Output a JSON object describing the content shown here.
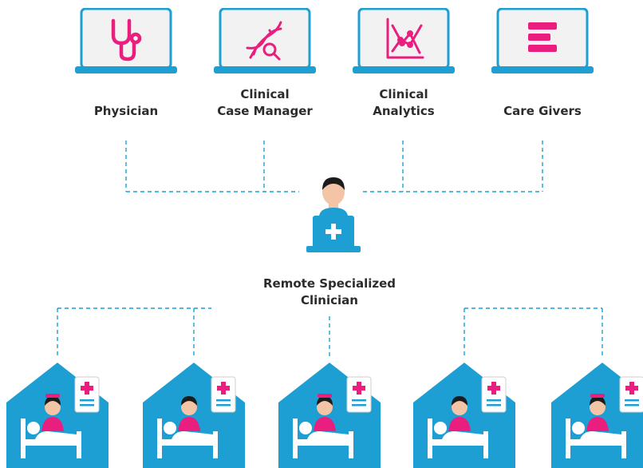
{
  "colors": {
    "accent_blue": "#1e9fd4",
    "accent_pink": "#e91e7e",
    "laptop_screen": "#f2f2f2",
    "nurse_skin": "#f3c4a6",
    "hair_dark": "#1c1c1c",
    "text": "#2c2c2c"
  },
  "roles": [
    {
      "icon": "stethoscope-icon",
      "label_line1": "",
      "label_line2": "Physician"
    },
    {
      "icon": "dna-search-icon",
      "label_line1": "Clinical",
      "label_line2": "Case Manager"
    },
    {
      "icon": "line-chart-icon",
      "label_line1": "Clinical",
      "label_line2": "Analytics"
    },
    {
      "icon": "list-bars-icon",
      "label_line1": "",
      "label_line2": "Care Givers"
    }
  ],
  "center": {
    "icon": "clinician-laptop-icon",
    "label_line1": "Remote Specialized",
    "label_line2": "Clinician"
  },
  "patient_homes": [
    {
      "icon": "patient-home-icon",
      "caregiver": "nurse"
    },
    {
      "icon": "patient-home-icon",
      "caregiver": "clinician"
    },
    {
      "icon": "patient-home-icon",
      "caregiver": "nurse"
    },
    {
      "icon": "patient-home-icon",
      "caregiver": "clinician"
    },
    {
      "icon": "patient-home-icon",
      "caregiver": "nurse"
    }
  ]
}
